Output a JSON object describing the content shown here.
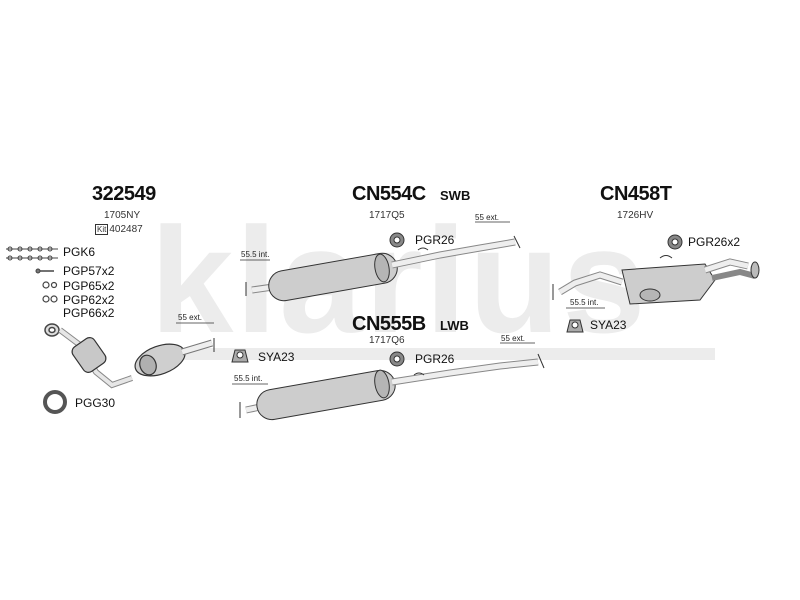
{
  "watermark": "klarius",
  "groups": [
    {
      "code": "322549",
      "sub": "1705NY",
      "kit_label": "Kit",
      "kit_number": "402487"
    },
    {
      "code": "CN554C",
      "tag": "SWB",
      "sub": "1717Q5",
      "dims": [
        "55 ext.",
        "55.5 int."
      ],
      "fitting": "PGR26"
    },
    {
      "code": "CN555B",
      "tag": "LWB",
      "sub": "1717Q6",
      "dims": [
        "55 ext.",
        "55.5 int."
      ],
      "fitting": "PGR26"
    },
    {
      "code": "CN458T",
      "sub": "1726HV",
      "dims": [
        "55.5 int."
      ],
      "fittings": [
        "PGR26x2",
        "SYA23"
      ]
    }
  ],
  "left_parts": [
    "PGK6",
    "PGP57x2",
    "PGP65x2",
    "PGP62x2",
    "PGP66x2"
  ],
  "cat": {
    "dim": "55 ext.",
    "fitting": "SYA23"
  },
  "gasket": "PGG30"
}
